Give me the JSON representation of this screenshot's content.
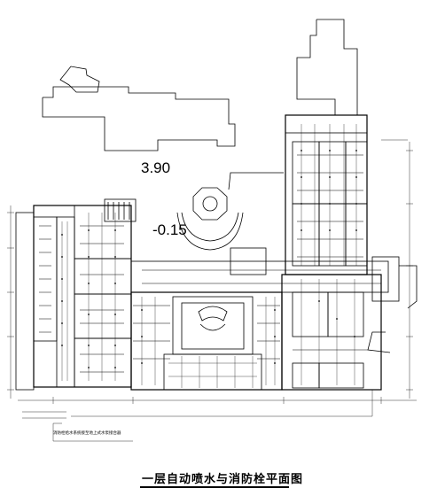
{
  "drawing": {
    "title": "一层自动喷水与消防栓平面图",
    "elevation_upper": "3.90",
    "elevation_lower": "-0.15",
    "note": "消防栓给水系统接至地上式水泵接合器"
  }
}
